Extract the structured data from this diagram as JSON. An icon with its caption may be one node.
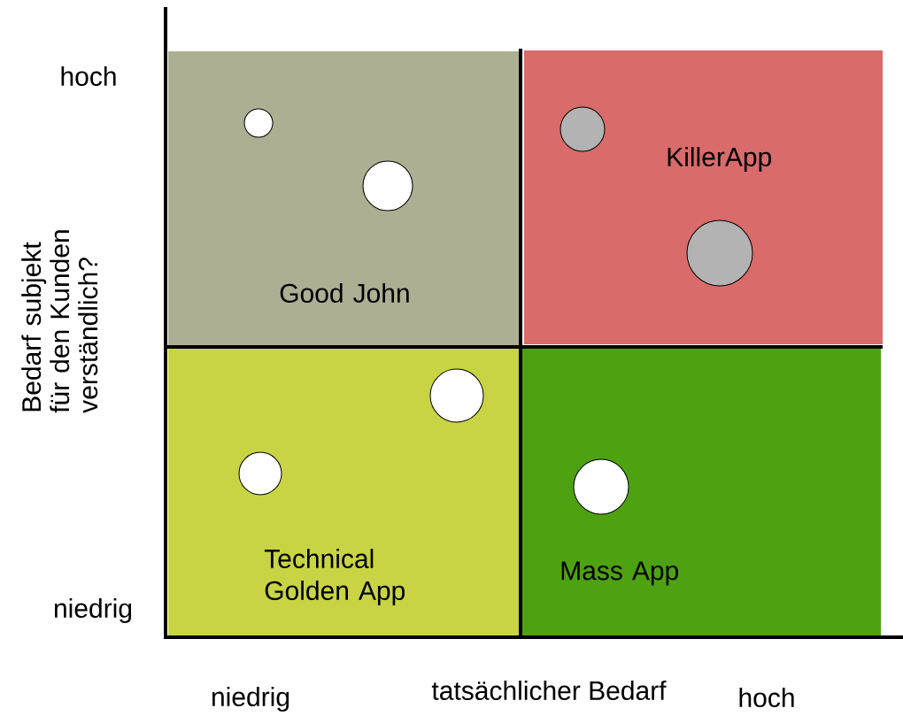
{
  "diagram": {
    "nodes": [
      {
        "text": [
          "Good John"
        ]
      },
      {
        "text": [],
        "shape": "circle",
        "in": 0
      },
      {
        "text": [],
        "shape": "circle",
        "in": 0
      },
      {
        "text": [
          "KillerApp"
        ]
      },
      {
        "text": [],
        "shape": "circle",
        "in": 3
      },
      {
        "text": [],
        "shape": "circle",
        "in": 3
      },
      {
        "text": [
          "Technical Golden App"
        ]
      },
      {
        "text": [],
        "shape": "circle",
        "in": 6
      },
      {
        "text": [],
        "shape": "circle",
        "in": 6
      },
      {
        "text": [
          "Mass App"
        ]
      },
      {
        "text": [],
        "shape": "circle",
        "in": 9
      }
    ],
    "labels": [
      "hoch",
      "Bedarf subjekt für den Kunden verständlich?",
      "niedrig",
      "niedrig",
      "tatsächlicher Bedarf",
      "hoch"
    ]
  }
}
